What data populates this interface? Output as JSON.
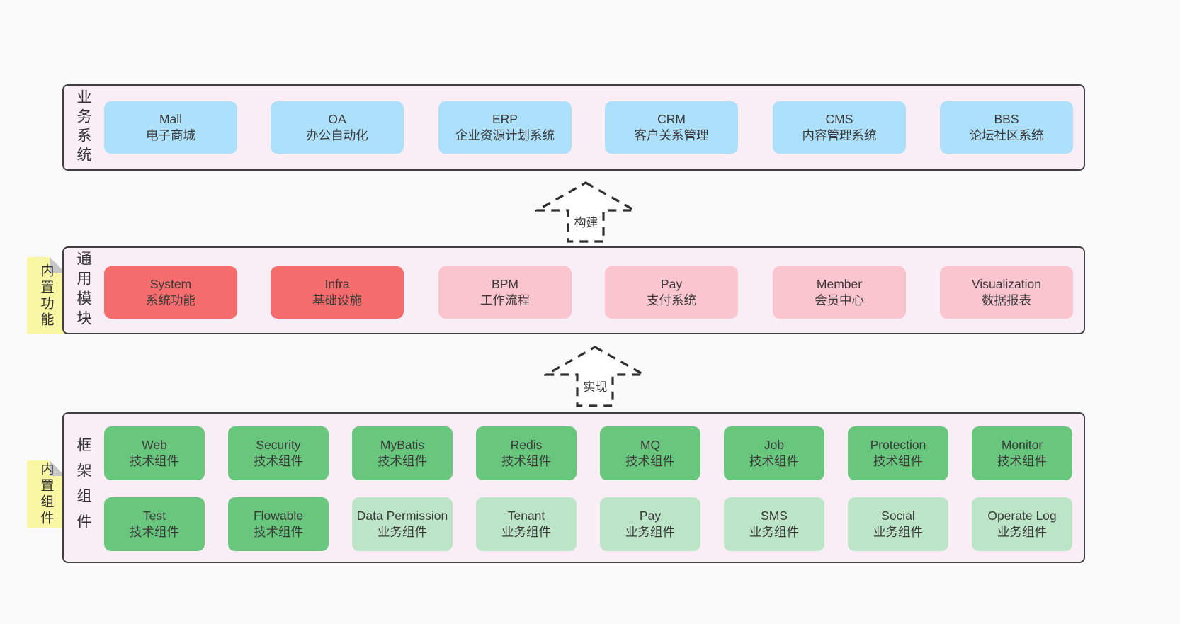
{
  "page": {
    "background": "#fafafa"
  },
  "colors": {
    "container_bg": "#f9edf6",
    "container_border": "#3f3f3f",
    "blue_box": "#ade0fa",
    "red_box": "#f56c6c",
    "pink_box": "#fbc5cf",
    "green_box": "#68c67d",
    "light_green_box": "#bce5c7",
    "note_yellow": "#f9f7a3",
    "note_fold_gray": "#c6c6c6",
    "text": "#3a3a3a"
  },
  "sections": {
    "business": {
      "side_label": "业务系统",
      "boxes": [
        {
          "title": "Mall",
          "subtitle": "电子商城"
        },
        {
          "title": "OA",
          "subtitle": "办公自动化"
        },
        {
          "title": "ERP",
          "subtitle": "企业资源计划系统"
        },
        {
          "title": "CRM",
          "subtitle": "客户关系管理"
        },
        {
          "title": "CMS",
          "subtitle": "内容管理系统"
        },
        {
          "title": "BBS",
          "subtitle": "论坛社区系统"
        }
      ]
    },
    "modules": {
      "side_label": "通用模块",
      "note_label": "内置功能",
      "boxes": [
        {
          "title": "System",
          "subtitle": "系统功能"
        },
        {
          "title": "Infra",
          "subtitle": "基础设施"
        },
        {
          "title": "BPM",
          "subtitle": "工作流程"
        },
        {
          "title": "Pay",
          "subtitle": "支付系统"
        },
        {
          "title": "Member",
          "subtitle": "会员中心"
        },
        {
          "title": "Visualization",
          "subtitle": "数据报表"
        }
      ]
    },
    "framework": {
      "side_label": "框架组件",
      "note_label": "内置组件",
      "row1": [
        {
          "title": "Web",
          "subtitle": "技术组件"
        },
        {
          "title": "Security",
          "subtitle": "技术组件"
        },
        {
          "title": "MyBatis",
          "subtitle": "技术组件"
        },
        {
          "title": "Redis",
          "subtitle": "技术组件"
        },
        {
          "title": "MQ",
          "subtitle": "技术组件"
        },
        {
          "title": "Job",
          "subtitle": "技术组件"
        },
        {
          "title": "Protection",
          "subtitle": "技术组件"
        },
        {
          "title": "Monitor",
          "subtitle": "技术组件"
        }
      ],
      "row2": [
        {
          "title": "Test",
          "subtitle": "技术组件"
        },
        {
          "title": "Flowable",
          "subtitle": "技术组件"
        },
        {
          "title": "Data Permission",
          "subtitle": "业务组件"
        },
        {
          "title": "Tenant",
          "subtitle": "业务组件"
        },
        {
          "title": "Pay",
          "subtitle": "业务组件"
        },
        {
          "title": "SMS",
          "subtitle": "业务组件"
        },
        {
          "title": "Social",
          "subtitle": "业务组件"
        },
        {
          "title": "Operate Log",
          "subtitle": "业务组件"
        }
      ]
    }
  },
  "arrows": {
    "build": {
      "label": "构建"
    },
    "implement": {
      "label": "实现"
    }
  }
}
